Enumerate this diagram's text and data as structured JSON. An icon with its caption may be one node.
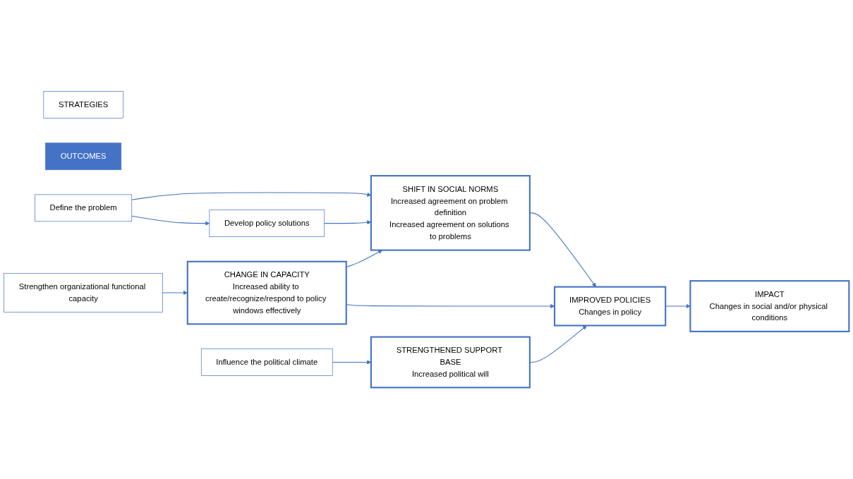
{
  "diagram": {
    "nodes": [
      {
        "text": [
          "STRATEGIES"
        ]
      },
      {
        "text": [
          "OUTCOMES"
        ]
      },
      {
        "text": [
          "Define the problem"
        ]
      },
      {
        "text": [
          "Develop policy solutions"
        ]
      },
      {
        "text": [
          "SHIFT IN SOCIAL NORMS",
          "Increased agreement on problem definition",
          "Increased agreement on solutions to problems"
        ]
      },
      {
        "text": [
          "Strengthen organizational functional capacity"
        ]
      },
      {
        "text": [
          "CHANGE IN CAPACITY",
          "Increased ability to create/recognize/respond to policy windows effectively"
        ]
      },
      {
        "text": [
          "IMPROVED POLICIES",
          "Changes in policy"
        ]
      },
      {
        "text": [
          "Influence the political climate"
        ]
      },
      {
        "text": [
          "STRENGTHENED SUPPORT BASE",
          "Increased political will"
        ]
      },
      {
        "text": [
          "IMPACT",
          "Changes in social and/or physical conditions"
        ]
      }
    ],
    "edges": [
      {
        "from": 2,
        "to": 4,
        "arrow": "to"
      },
      {
        "from": 2,
        "to": 3,
        "arrow": "to"
      },
      {
        "from": 3,
        "to": 4,
        "arrow": "to"
      },
      {
        "from": 6,
        "to": 4,
        "arrow": "to"
      },
      {
        "from": 5,
        "to": 6,
        "arrow": "to"
      },
      {
        "from": 4,
        "to": 7,
        "arrow": "to"
      },
      {
        "from": 6,
        "to": 7,
        "arrow": "to"
      },
      {
        "from": 9,
        "to": 7,
        "arrow": "to"
      },
      {
        "from": 8,
        "to": 9,
        "arrow": "to"
      },
      {
        "from": 7,
        "to": 10,
        "arrow": "to"
      }
    ]
  }
}
